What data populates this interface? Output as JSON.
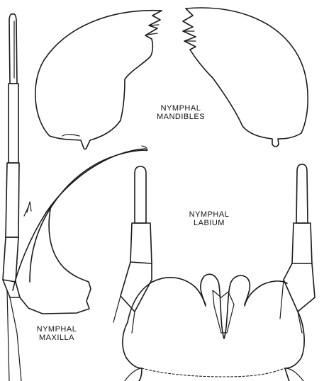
{
  "labels": {
    "mandibles": {
      "line1": "Nymphal",
      "line2": "Mandibles"
    },
    "labium": {
      "line1": "Nymphal",
      "line2": "Labium"
    },
    "maxilla": {
      "line1": "Nymphal",
      "line2": "Maxilla"
    }
  },
  "colors": {
    "ink": "#1a1a1a",
    "paper": "#ffffff"
  }
}
